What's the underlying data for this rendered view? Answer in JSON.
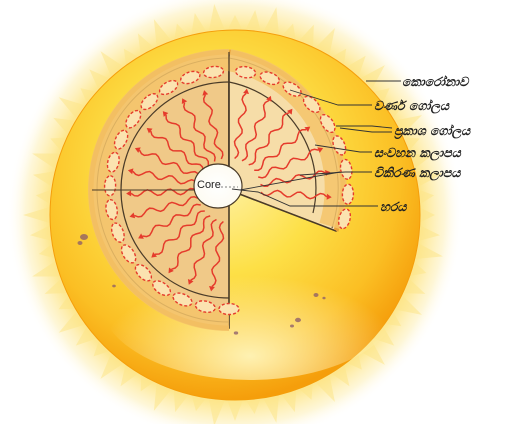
{
  "diagram": {
    "core_label": "Core",
    "labels": [
      {
        "id": "corona",
        "text": "කොරෝනාව"
      },
      {
        "id": "chromosphere",
        "text": "වර්ණ ගෝලය"
      },
      {
        "id": "photosphere",
        "text": "ප්‍රකාශ ගෝලය"
      },
      {
        "id": "convection",
        "text": "සංවහන කලාපය"
      },
      {
        "id": "radiation",
        "text": "විකිරණ කලාපය"
      },
      {
        "id": "core",
        "text": "හරය"
      }
    ],
    "colors": {
      "sun_surface": "#fbbf24",
      "corona_glow": "#fde68a",
      "convection_zone": "#f6d9a0",
      "radiation_zone": "#f8dea0",
      "core": "#ffffff",
      "arrows": "#e53b2c",
      "outline": "#4a3b28"
    }
  }
}
